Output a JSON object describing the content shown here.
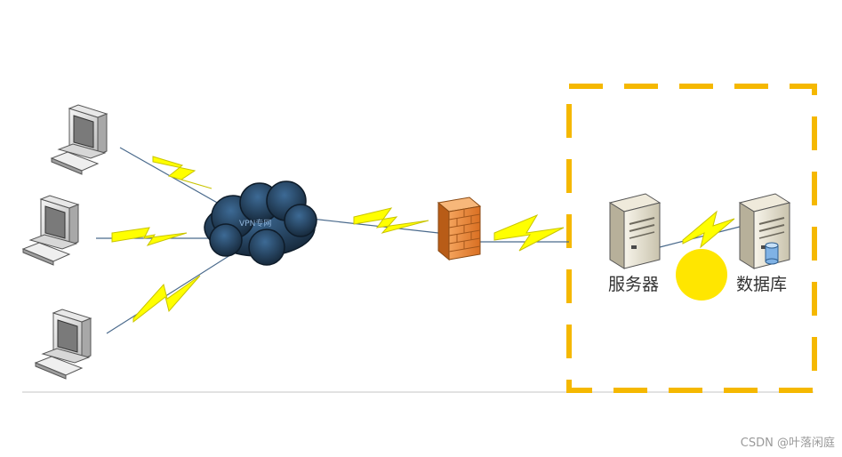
{
  "colors": {
    "lightning": "#ffff00",
    "lightning_stroke": "#c9c400",
    "zone_border": "#f5b800",
    "highlight_dot": "#ffe600",
    "cloud": "#1f3a5a",
    "firewall": "#e8873a"
  },
  "nodes": {
    "computers": [
      {
        "icon": "computer-icon"
      },
      {
        "icon": "computer-icon"
      },
      {
        "icon": "computer-icon"
      }
    ],
    "cloud": {
      "icon": "cloud-icon",
      "text": "VPN专网"
    },
    "firewall": {
      "icon": "firewall-icon"
    },
    "server": {
      "icon": "server-icon",
      "label": "服务器"
    },
    "database": {
      "icon": "database-server-icon",
      "label": "数据库"
    }
  },
  "watermark": "CSDN @叶落闲庭"
}
